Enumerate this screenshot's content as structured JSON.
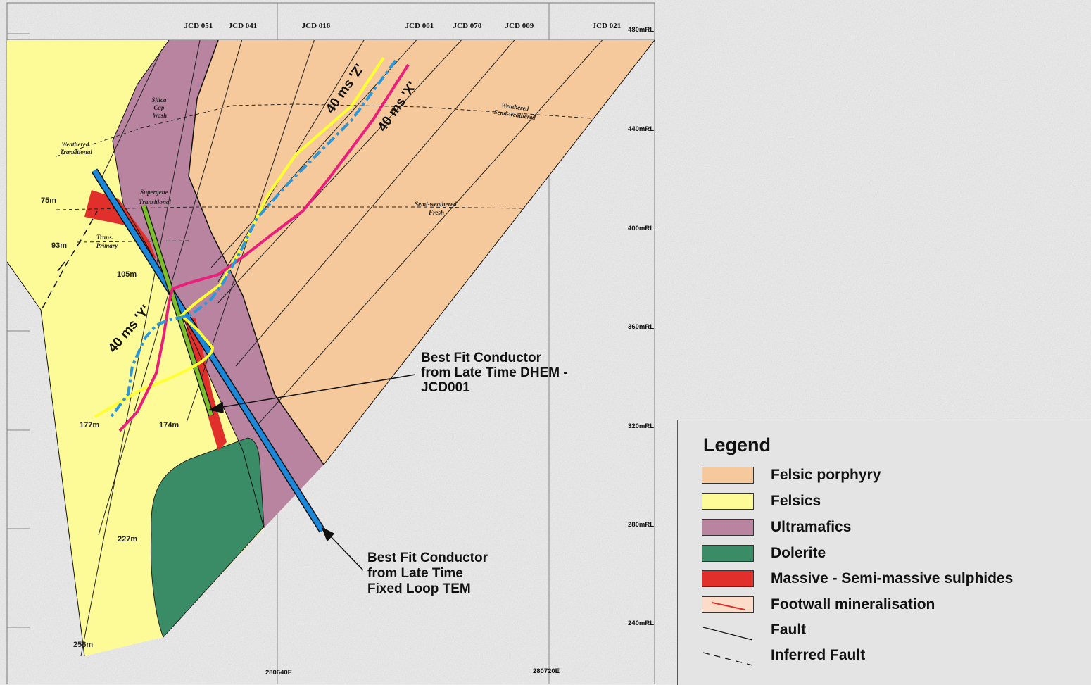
{
  "section": {
    "drillholes": [
      "JCD 051",
      "JCD 041",
      "JCD 016",
      "JCD 001",
      "JCD 070",
      "JCD 009",
      "JCD 021"
    ],
    "rl_labels": [
      "480mRL",
      "440mRL",
      "400mRL",
      "360mRL",
      "320mRL",
      "280mRL",
      "240mRL"
    ],
    "easting_labels": [
      "280640E",
      "280720E"
    ],
    "depth_labels": [
      "75m",
      "93m",
      "105m",
      "177m",
      "174m",
      "227m",
      "256m"
    ],
    "zone_labels": {
      "silica_cap": [
        "Silica",
        "Cap",
        "Wash"
      ],
      "weathered_transitional_left": [
        "Weathered",
        "Transitional"
      ],
      "weathered_semi_right": [
        "Weathered",
        "Semi-weathered"
      ],
      "supergene_transitional": [
        "Supergene",
        "Transitional"
      ],
      "semi_weathered_fresh": [
        "Semi-weathered",
        "Fresh"
      ],
      "trans_primary": [
        "Trans.",
        "Primary"
      ]
    },
    "plate_labels": {
      "z": "40 ms 'Z'",
      "x": "40 ms 'X'",
      "y": "40 ms 'Y'"
    },
    "annotations": {
      "dhem_line1": "Best Fit Conductor",
      "dhem_line2": "from Late Time DHEM -",
      "dhem_line3": "JCD001",
      "tem_line1": "Best Fit Conductor",
      "tem_line2": "from Late Time",
      "tem_line3": "Fixed Loop TEM"
    }
  },
  "colors": {
    "felsic_porphyry": "#f5c99b",
    "felsics": "#fdfb98",
    "ultramafics": "#b984a0",
    "dolerite": "#3a8c67",
    "sulphides": "#e1302b",
    "footwall": "#fbdcc8",
    "conductor_tem": "#1c86d8",
    "conductor_dhem": "#7cbe2e",
    "plate_z": "#ffff33",
    "plate_x": "#e8207a",
    "plate_y": "#2a98db"
  },
  "legend": {
    "title": "Legend",
    "items": [
      {
        "label": "Felsic porphyry",
        "swatch": "#f5c99b"
      },
      {
        "label": "Felsics",
        "swatch": "#fdfb98"
      },
      {
        "label": "Ultramafics",
        "swatch": "#b984a0"
      },
      {
        "label": "Dolerite",
        "swatch": "#3a8c67"
      },
      {
        "label": "Massive - Semi-massive sulphides",
        "swatch": "#e1302b"
      },
      {
        "label": "Footwall mineralisation",
        "swatch": "#fbdcc8"
      },
      {
        "label": "Fault",
        "swatch": "none"
      },
      {
        "label": "Inferred Fault",
        "swatch": "none"
      }
    ]
  }
}
